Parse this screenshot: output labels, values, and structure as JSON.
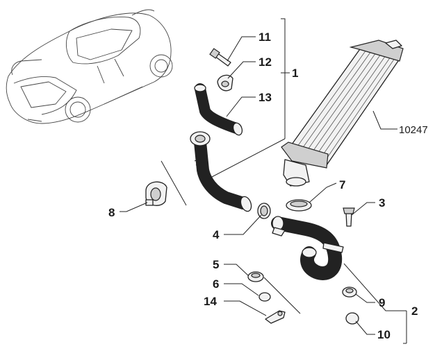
{
  "diagram": {
    "reference_code": "10247",
    "callouts": [
      "11",
      "12",
      "13",
      "1",
      "7",
      "3",
      "8",
      "4",
      "5",
      "6",
      "14",
      "9",
      "2",
      "10"
    ]
  }
}
